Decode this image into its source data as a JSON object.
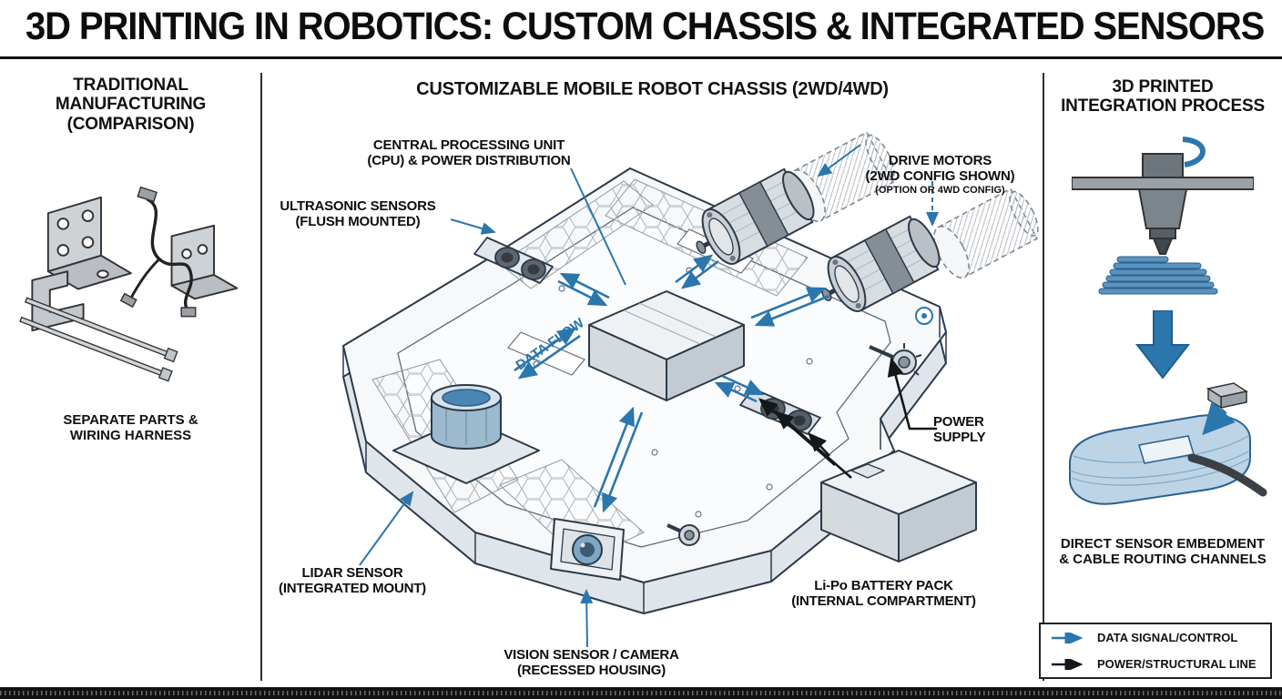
{
  "title": "3D PRINTING IN ROBOTICS: CUSTOM CHASSIS & INTEGRATED SENSORS",
  "colors": {
    "accent_blue": "#2b76ad",
    "ink": "#111111"
  },
  "left_panel": {
    "heading": [
      "TRADITIONAL",
      "MANUFACTURING",
      "(COMPARISON)"
    ],
    "caption": [
      "SEPARATE PARTS &",
      "WIRING HARNESS"
    ]
  },
  "center_panel": {
    "heading": "CUSTOMIZABLE MOBILE ROBOT CHASSIS (2WD/4WD)",
    "labels": {
      "cpu": [
        "CENTRAL PROCESSING UNIT",
        "(CPU) & POWER DISTRIBUTION"
      ],
      "ultrasonic": [
        "ULTRASONIC SENSORS",
        "(FLUSH MOUNTED)"
      ],
      "drive_motors": [
        "DRIVE MOTORS",
        "(2WD CONFIG SHOWN)"
      ],
      "drive_motors_option": "(OPTION OR 4WD CONFIG)",
      "data_flow": "DATA FLOW",
      "power_supply": [
        "POWER",
        "SUPPLY"
      ],
      "lidar": [
        "LIDAR SENSOR",
        "(INTEGRATED MOUNT)"
      ],
      "vision": [
        "VISION SENSOR / CAMERA",
        "(RECESSED HOUSING)"
      ],
      "battery": [
        "Li-Po BATTERY PACK",
        "(INTERNAL COMPARTMENT)"
      ]
    }
  },
  "right_panel": {
    "heading": [
      "3D PRINTED",
      "INTEGRATION PROCESS"
    ],
    "caption": [
      "DIRECT SENSOR EMBEDMENT",
      "& CABLE ROUTING CHANNELS"
    ]
  },
  "legend": {
    "items": [
      {
        "label": "DATA SIGNAL/CONTROL",
        "color": "#2b76ad"
      },
      {
        "label": "POWER/STRUCTURAL LINE",
        "color": "#14181c"
      }
    ]
  }
}
